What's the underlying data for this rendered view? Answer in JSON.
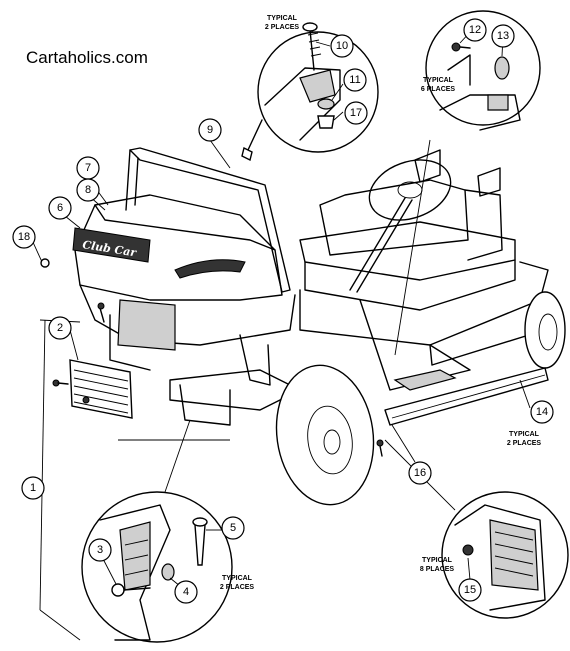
{
  "site_label": "Cartaholics.com",
  "brand_text": "Club Car",
  "callouts": [
    {
      "id": "1",
      "label": "1"
    },
    {
      "id": "2",
      "label": "2"
    },
    {
      "id": "3",
      "label": "3"
    },
    {
      "id": "4",
      "label": "4"
    },
    {
      "id": "5",
      "label": "5"
    },
    {
      "id": "6",
      "label": "6"
    },
    {
      "id": "7",
      "label": "7"
    },
    {
      "id": "8",
      "label": "8"
    },
    {
      "id": "9",
      "label": "9"
    },
    {
      "id": "10",
      "label": "10"
    },
    {
      "id": "11",
      "label": "11"
    },
    {
      "id": "12",
      "label": "12"
    },
    {
      "id": "13",
      "label": "13"
    },
    {
      "id": "14",
      "label": "14"
    },
    {
      "id": "15",
      "label": "15"
    },
    {
      "id": "16",
      "label": "16"
    },
    {
      "id": "17",
      "label": "17"
    },
    {
      "id": "18",
      "label": "18"
    }
  ],
  "notes": {
    "n10": [
      "TYPICAL",
      "2 PLACES"
    ],
    "n12": [
      "TYPICAL",
      "6 PLACES"
    ],
    "n14": [
      "TYPICAL",
      "2 PLACES"
    ],
    "n15": [
      "TYPICAL",
      "8 PLACES"
    ],
    "n5": [
      "TYPICAL",
      "2 PLACES"
    ]
  }
}
